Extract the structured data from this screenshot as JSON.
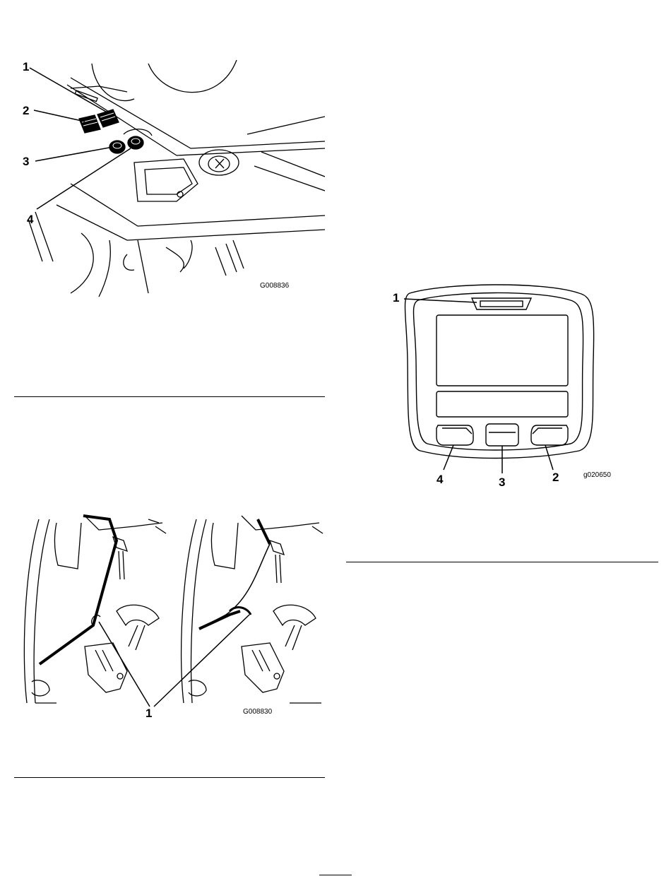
{
  "figure_cab_controls": {
    "code": "G008836",
    "callouts": [
      "1",
      "2",
      "3",
      "4"
    ]
  },
  "figure_display": {
    "code": "g020650",
    "callouts": [
      "1",
      "4",
      "3",
      "2"
    ]
  },
  "figure_door": {
    "code": "G008830",
    "callouts": [
      "1"
    ]
  }
}
